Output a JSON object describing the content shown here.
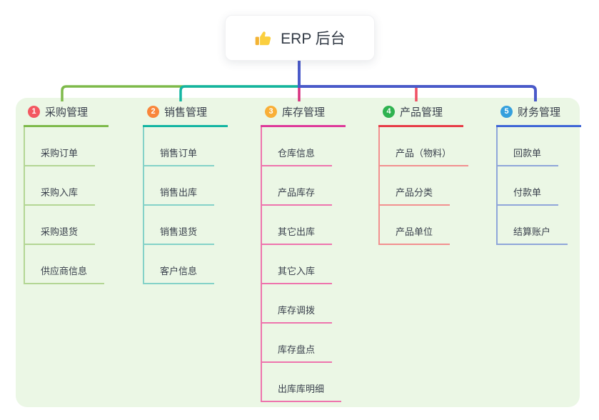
{
  "root": {
    "label": "ERP 后台",
    "icon": "thumbs-up-icon"
  },
  "panel": {
    "background": "#ebf7e5"
  },
  "connectors": {
    "indigo": "#4a5ac9",
    "green": "#7eba4b",
    "teal": "#13b5a2",
    "magenta": "#d7317f",
    "red": "#ef4f63"
  },
  "branches": [
    {
      "num": "1",
      "label": "采购管理",
      "badge_color": "#f35861",
      "line_color": "#7eba4b",
      "child_line_color": "#b3d694",
      "children": [
        "采购订单",
        "采购入库",
        "采购退货",
        "供应商信息"
      ]
    },
    {
      "num": "2",
      "label": "销售管理",
      "badge_color": "#f9863b",
      "line_color": "#13b5a2",
      "child_line_color": "#84d2c8",
      "children": [
        "销售订单",
        "销售出库",
        "销售退货",
        "客户信息"
      ]
    },
    {
      "num": "3",
      "label": "库存管理",
      "badge_color": "#f9af37",
      "line_color": "#de3a9a",
      "child_line_color": "#ee74ad",
      "children": [
        "仓库信息",
        "产品库存",
        "其它出库",
        "其它入库",
        "库存调拨",
        "库存盘点",
        "出库库明细"
      ]
    },
    {
      "num": "4",
      "label": "产品管理",
      "badge_color": "#2fb350",
      "line_color": "#e73c47",
      "child_line_color": "#f2908f",
      "children": [
        "产品（物料）",
        "产品分类",
        "产品单位"
      ]
    },
    {
      "num": "5",
      "label": "财务管理",
      "badge_color": "#35a0dd",
      "line_color": "#3f66d6",
      "child_line_color": "#8fa6d9",
      "children": [
        "回款单",
        "付款单",
        "结算账户"
      ]
    }
  ]
}
